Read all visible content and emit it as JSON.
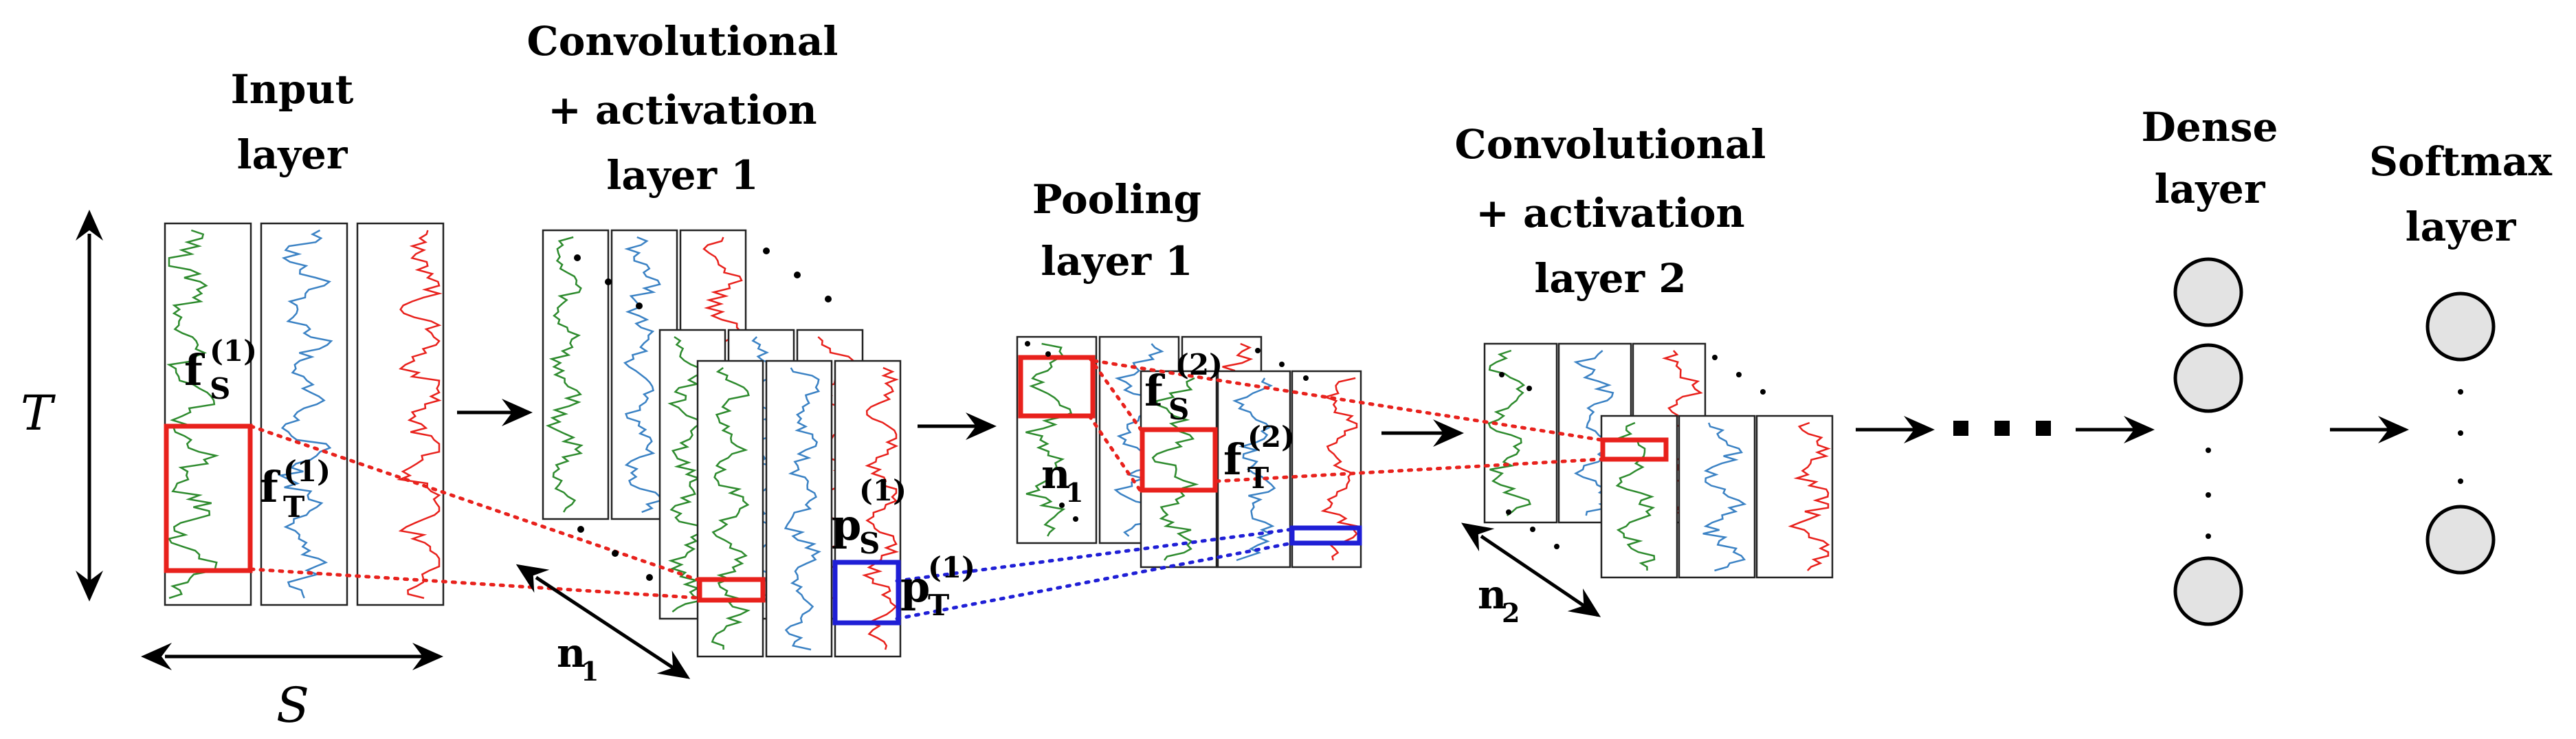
{
  "labels": {
    "input_layer": [
      "Input",
      "layer"
    ],
    "conv1": [
      "Convolutional",
      "+ activation",
      "layer 1"
    ],
    "pool1": [
      "Pooling",
      "layer 1"
    ],
    "conv2": [
      "Convolutional",
      "+ activation",
      "layer 2"
    ],
    "dense": [
      "Dense",
      "layer"
    ],
    "softmax": [
      "Softmax",
      "layer"
    ],
    "axis_t": "T",
    "axis_s": "S",
    "n1": "n",
    "n1_sub": "1",
    "n1b": "n",
    "n1b_sub": "1",
    "n2": "n",
    "n2_sub": "2",
    "fs1": {
      "base": "f",
      "sub": "S",
      "sup": "(1)"
    },
    "ft1": {
      "base": "f",
      "sub": "T",
      "sup": "(1)"
    },
    "ps1": {
      "base": "p",
      "sub": "S",
      "sup": "(1)"
    },
    "pt1": {
      "base": "p",
      "sub": "T",
      "sup": "(1)"
    },
    "fs2": {
      "base": "f",
      "sub": "S",
      "sup": "(2)"
    },
    "ft2": {
      "base": "f",
      "sub": "T",
      "sup": "(2)"
    }
  },
  "colors": {
    "green": "#2e8b2e",
    "blue": "#3b82c4",
    "red": "#e8211c",
    "filter_red": "#e8211c",
    "filter_blue": "#1f1fd6",
    "neuron_fill": "#e3e3e3"
  },
  "icons": [
    "double-arrow-vertical",
    "double-arrow-horizontal",
    "right-arrow",
    "ellipsis-dots"
  ]
}
